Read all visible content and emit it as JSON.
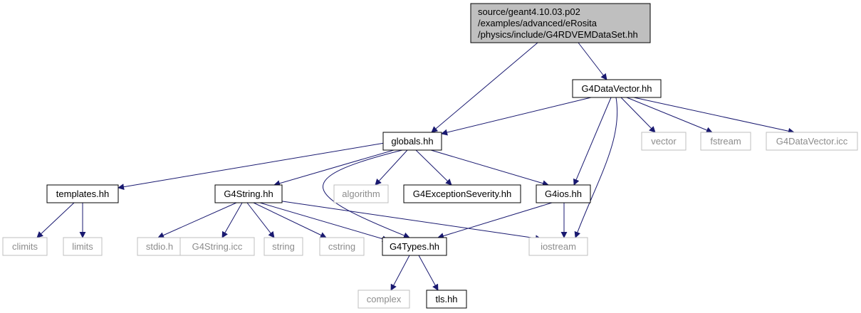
{
  "root": {
    "lines": [
      "source/geant4.10.03.p02",
      "/examples/advanced/eRosita",
      "/physics/include/G4RDVEMDataSet.hh"
    ]
  },
  "nodes": [
    {
      "id": "G4DataVector_hh",
      "label": "G4DataVector.hh",
      "style": "normal"
    },
    {
      "id": "globals_hh",
      "label": "globals.hh",
      "style": "normal"
    },
    {
      "id": "vector",
      "label": "vector",
      "style": "system"
    },
    {
      "id": "fstream",
      "label": "fstream",
      "style": "system"
    },
    {
      "id": "G4DataVector_icc",
      "label": "G4DataVector.icc",
      "style": "system"
    },
    {
      "id": "templates_hh",
      "label": "templates.hh",
      "style": "normal"
    },
    {
      "id": "G4String_hh",
      "label": "G4String.hh",
      "style": "normal"
    },
    {
      "id": "algorithm",
      "label": "algorithm",
      "style": "system"
    },
    {
      "id": "G4ExceptionSeverity_hh",
      "label": "G4ExceptionSeverity.hh",
      "style": "normal"
    },
    {
      "id": "G4ios_hh",
      "label": "G4ios.hh",
      "style": "normal"
    },
    {
      "id": "climits",
      "label": "climits",
      "style": "system"
    },
    {
      "id": "limits",
      "label": "limits",
      "style": "system"
    },
    {
      "id": "stdio_h",
      "label": "stdio.h",
      "style": "system"
    },
    {
      "id": "G4String_icc",
      "label": "G4String.icc",
      "style": "system"
    },
    {
      "id": "string",
      "label": "string",
      "style": "system"
    },
    {
      "id": "cstring",
      "label": "cstring",
      "style": "system"
    },
    {
      "id": "G4Types_hh",
      "label": "G4Types.hh",
      "style": "normal"
    },
    {
      "id": "iostream",
      "label": "iostream",
      "style": "system"
    },
    {
      "id": "complex",
      "label": "complex",
      "style": "system"
    },
    {
      "id": "tls_hh",
      "label": "tls.hh",
      "style": "normal"
    }
  ],
  "edges": [
    {
      "from": "root",
      "to": "G4DataVector_hh"
    },
    {
      "from": "root",
      "to": "globals_hh"
    },
    {
      "from": "G4DataVector_hh",
      "to": "globals_hh"
    },
    {
      "from": "G4DataVector_hh",
      "to": "vector"
    },
    {
      "from": "G4DataVector_hh",
      "to": "fstream"
    },
    {
      "from": "G4DataVector_hh",
      "to": "G4DataVector_icc"
    },
    {
      "from": "G4DataVector_hh",
      "to": "G4ios_hh"
    },
    {
      "from": "G4DataVector_hh",
      "to": "iostream"
    },
    {
      "from": "globals_hh",
      "to": "templates_hh"
    },
    {
      "from": "globals_hh",
      "to": "G4String_hh"
    },
    {
      "from": "globals_hh",
      "to": "algorithm"
    },
    {
      "from": "globals_hh",
      "to": "G4ExceptionSeverity_hh"
    },
    {
      "from": "globals_hh",
      "to": "G4ios_hh"
    },
    {
      "from": "globals_hh",
      "to": "G4Types_hh"
    },
    {
      "from": "templates_hh",
      "to": "climits"
    },
    {
      "from": "templates_hh",
      "to": "limits"
    },
    {
      "from": "G4String_hh",
      "to": "stdio_h"
    },
    {
      "from": "G4String_hh",
      "to": "G4String_icc"
    },
    {
      "from": "G4String_hh",
      "to": "string"
    },
    {
      "from": "G4String_hh",
      "to": "cstring"
    },
    {
      "from": "G4String_hh",
      "to": "G4Types_hh"
    },
    {
      "from": "G4String_hh",
      "to": "iostream"
    },
    {
      "from": "G4ios_hh",
      "to": "G4Types_hh"
    },
    {
      "from": "G4ios_hh",
      "to": "iostream"
    },
    {
      "from": "G4Types_hh",
      "to": "complex"
    },
    {
      "from": "G4Types_hh",
      "to": "tls_hh"
    }
  ],
  "colors": {
    "edge": "#191970",
    "root_fill": "#bfbfbf",
    "node_border": "#000000",
    "system_border": "#bfbfbf",
    "system_text": "#8c8c8c",
    "text": "#000000"
  }
}
